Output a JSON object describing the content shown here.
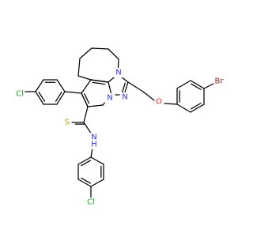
{
  "structure": {
    "kind": "chemical-structure",
    "colors": {
      "bond": "#000000",
      "carbon_text": "#000000",
      "nitrogen": "#3333ee",
      "oxygen": "#ee2222",
      "sulfur": "#b8a000",
      "chlorine": "#22aa22",
      "bromine": "#8b2a1a"
    },
    "atom_labels": {
      "br": "Br",
      "o": "O",
      "n_ring_a": "N",
      "n_ring_b": "N",
      "n_ring_c": "N",
      "s": "S",
      "nh": "N",
      "h": "H",
      "cl_upper": "Cl",
      "cl_lower": "Cl"
    }
  }
}
